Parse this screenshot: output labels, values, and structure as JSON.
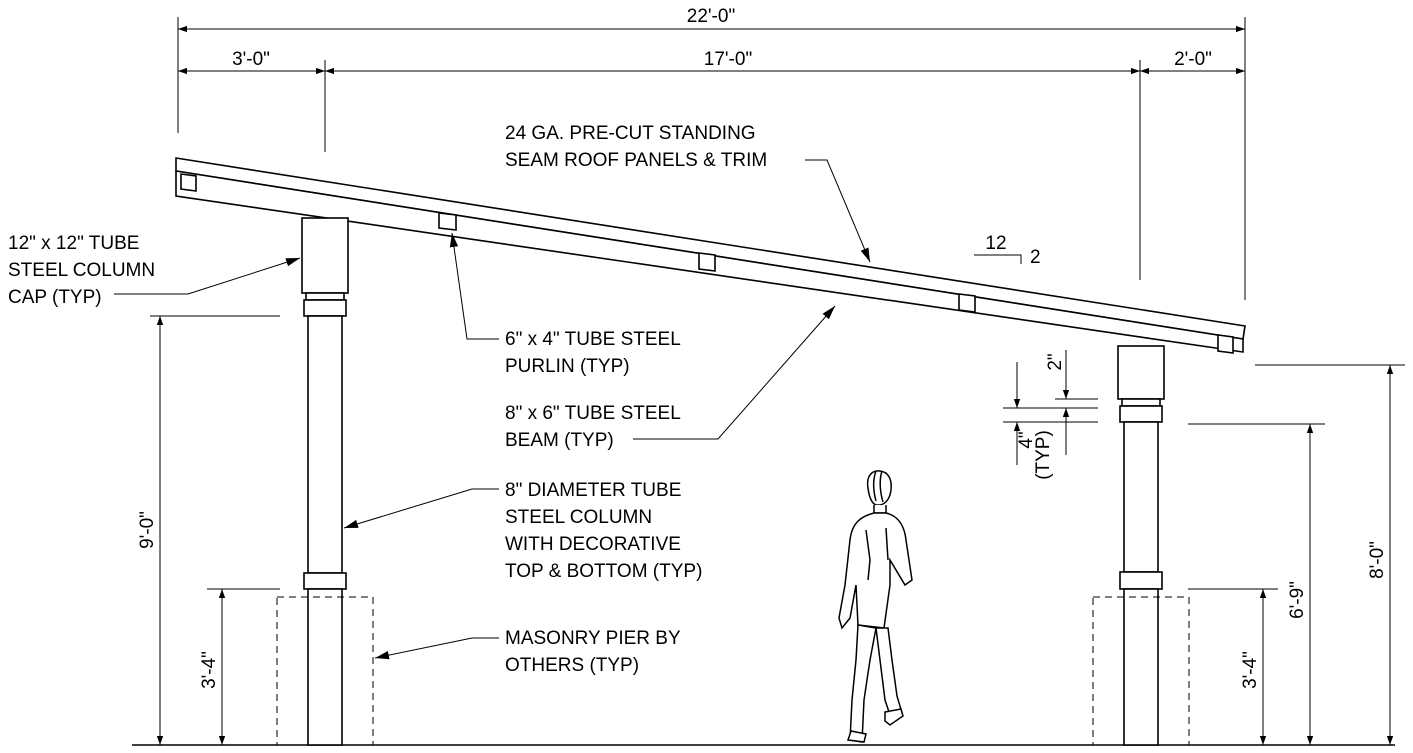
{
  "dimensions": {
    "overall_width": "22'-0\"",
    "left_overhang": "3'-0\"",
    "span": "17'-0\"",
    "right_overhang": "2'-0\"",
    "left_column_height": "9'-0\"",
    "left_pier_height": "3'-4\"",
    "right_pier_height": "3'-4\"",
    "right_column_height": "6'-9\"",
    "right_top_height": "8'-0\"",
    "cap_gap": "2\"",
    "band_typ_line1": "4\"",
    "band_typ_line2": "(TYP)"
  },
  "slope": {
    "run": "12",
    "rise": "2"
  },
  "callouts": {
    "roof_panels": [
      "24 GA. PRE-CUT STANDING",
      "SEAM ROOF PANELS & TRIM"
    ],
    "column_cap": [
      "12\" x 12\" TUBE",
      "STEEL COLUMN",
      "CAP (TYP)"
    ],
    "purlin": [
      "6\" x 4\" TUBE STEEL",
      "PURLIN (TYP)"
    ],
    "beam": [
      "8\" x 6\" TUBE STEEL",
      "BEAM (TYP)"
    ],
    "column": [
      "8\" DIAMETER TUBE",
      "STEEL COLUMN",
      "WITH DECORATIVE",
      "TOP & BOTTOM (TYP)"
    ],
    "pier": [
      "MASONRY PIER BY",
      "OTHERS (TYP)"
    ]
  }
}
